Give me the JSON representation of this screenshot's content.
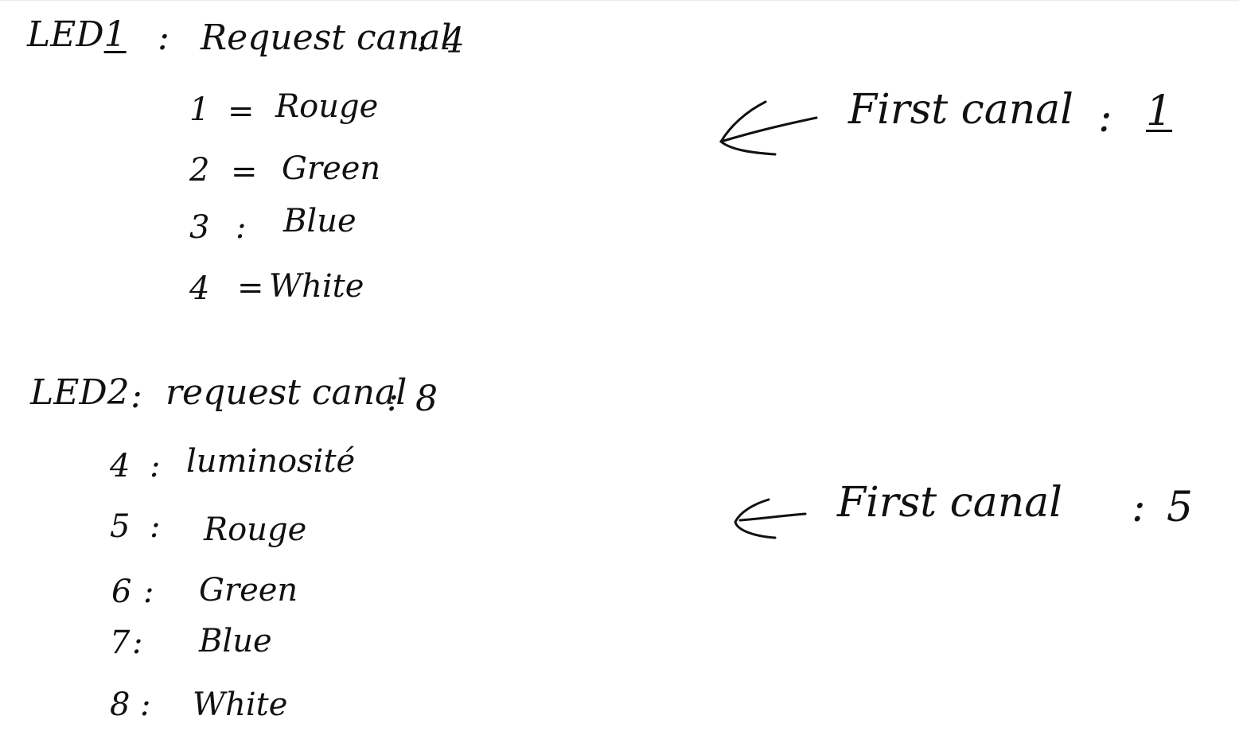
{
  "led1": {
    "header": {
      "led": "LED",
      "num": "1",
      "sep": ":",
      "label": "Request canal",
      "sep2": ":",
      "value": "4"
    },
    "channels": [
      {
        "num": "1",
        "sep": "=",
        "color": "Rouge"
      },
      {
        "num": "2",
        "sep": "=",
        "color": "Green"
      },
      {
        "num": "3",
        "sep": ":",
        "color": "Blue"
      },
      {
        "num": "4",
        "sep": "=",
        "color": "White"
      }
    ],
    "note": {
      "label": "First canal",
      "sep": ":",
      "value": "1"
    }
  },
  "led2": {
    "header": {
      "led": "LED2",
      "sep": ":",
      "label": "request canal",
      "sep2": ":",
      "value": "8"
    },
    "channels": [
      {
        "num": "4",
        "sep": ":",
        "color": "luminosité"
      },
      {
        "num": "5",
        "sep": ":",
        "color": "Rouge"
      },
      {
        "num": "6",
        "sep": ":",
        "color": "Green"
      },
      {
        "num": "7",
        "sep": ":",
        "color": "Blue"
      },
      {
        "num": "8",
        "sep": ":",
        "color": "White"
      }
    ],
    "note": {
      "label": "First canal",
      "sep": ":",
      "value": "5"
    }
  }
}
